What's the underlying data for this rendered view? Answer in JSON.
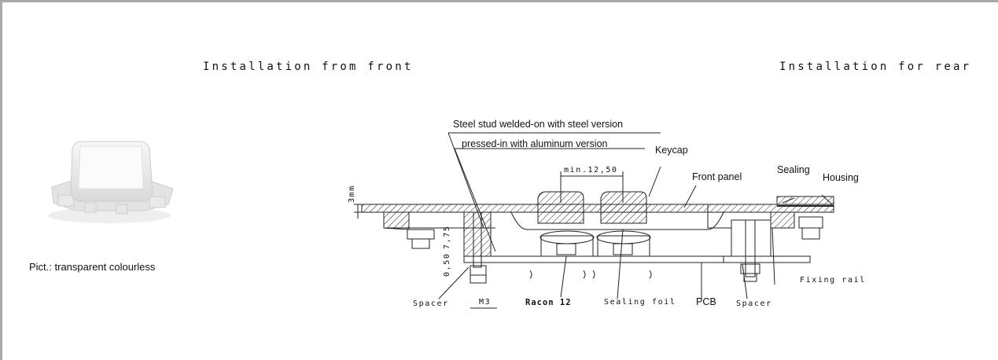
{
  "headings": {
    "front": "Installation from front",
    "rear": "Installation for rear"
  },
  "photo": {
    "caption": "Pict.: transparent colourless"
  },
  "drawing": {
    "labels": {
      "steel_stud": "Steel stud welded-on with steel version",
      "pressed_in": "pressed-in with aluminum version",
      "keycap": "Keycap",
      "front_panel": "Front panel",
      "sealing": "Sealing",
      "housing": "Housing",
      "fixing_rail": "Fixing rail",
      "spacer_left": "Spacer",
      "spacer_right": "Spacer",
      "m3": "M3",
      "racon": "Racon 12",
      "sealing_foil": "Sealing foil",
      "pcb": "PCB",
      "dim_min": "min.12,50",
      "dim_3mm": "3mm",
      "dim_750": "7,75",
      "dim_050": "0,50"
    }
  }
}
